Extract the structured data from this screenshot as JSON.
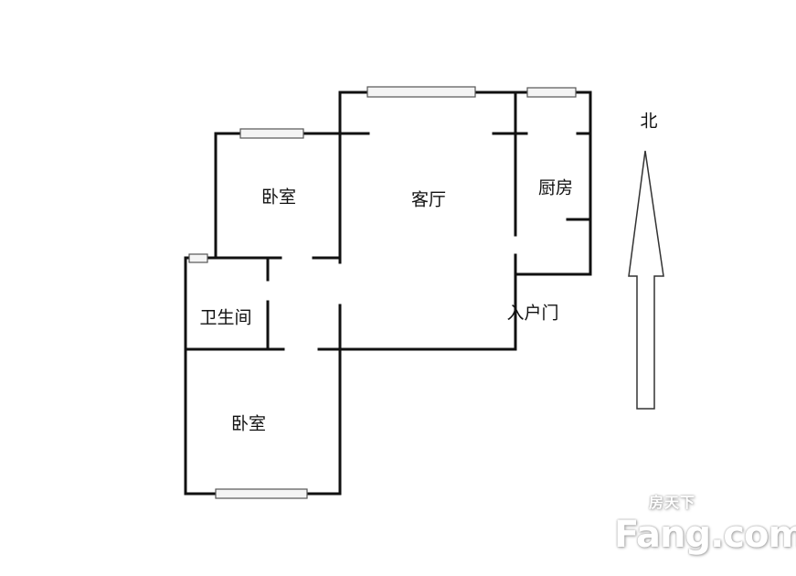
{
  "rooms": {
    "bedroom_north": "卧室",
    "living_room": "客厅",
    "kitchen": "厨房",
    "bathroom": "卫生间",
    "entrance": "入户门",
    "bedroom_south": "卧室"
  },
  "compass": {
    "label": "北"
  },
  "watermark": {
    "brand": "Fang.com",
    "cn": "房天下"
  },
  "colors": {
    "wall": "#111111",
    "window_fill": "#f4f4f4",
    "window_stroke": "#555555"
  }
}
